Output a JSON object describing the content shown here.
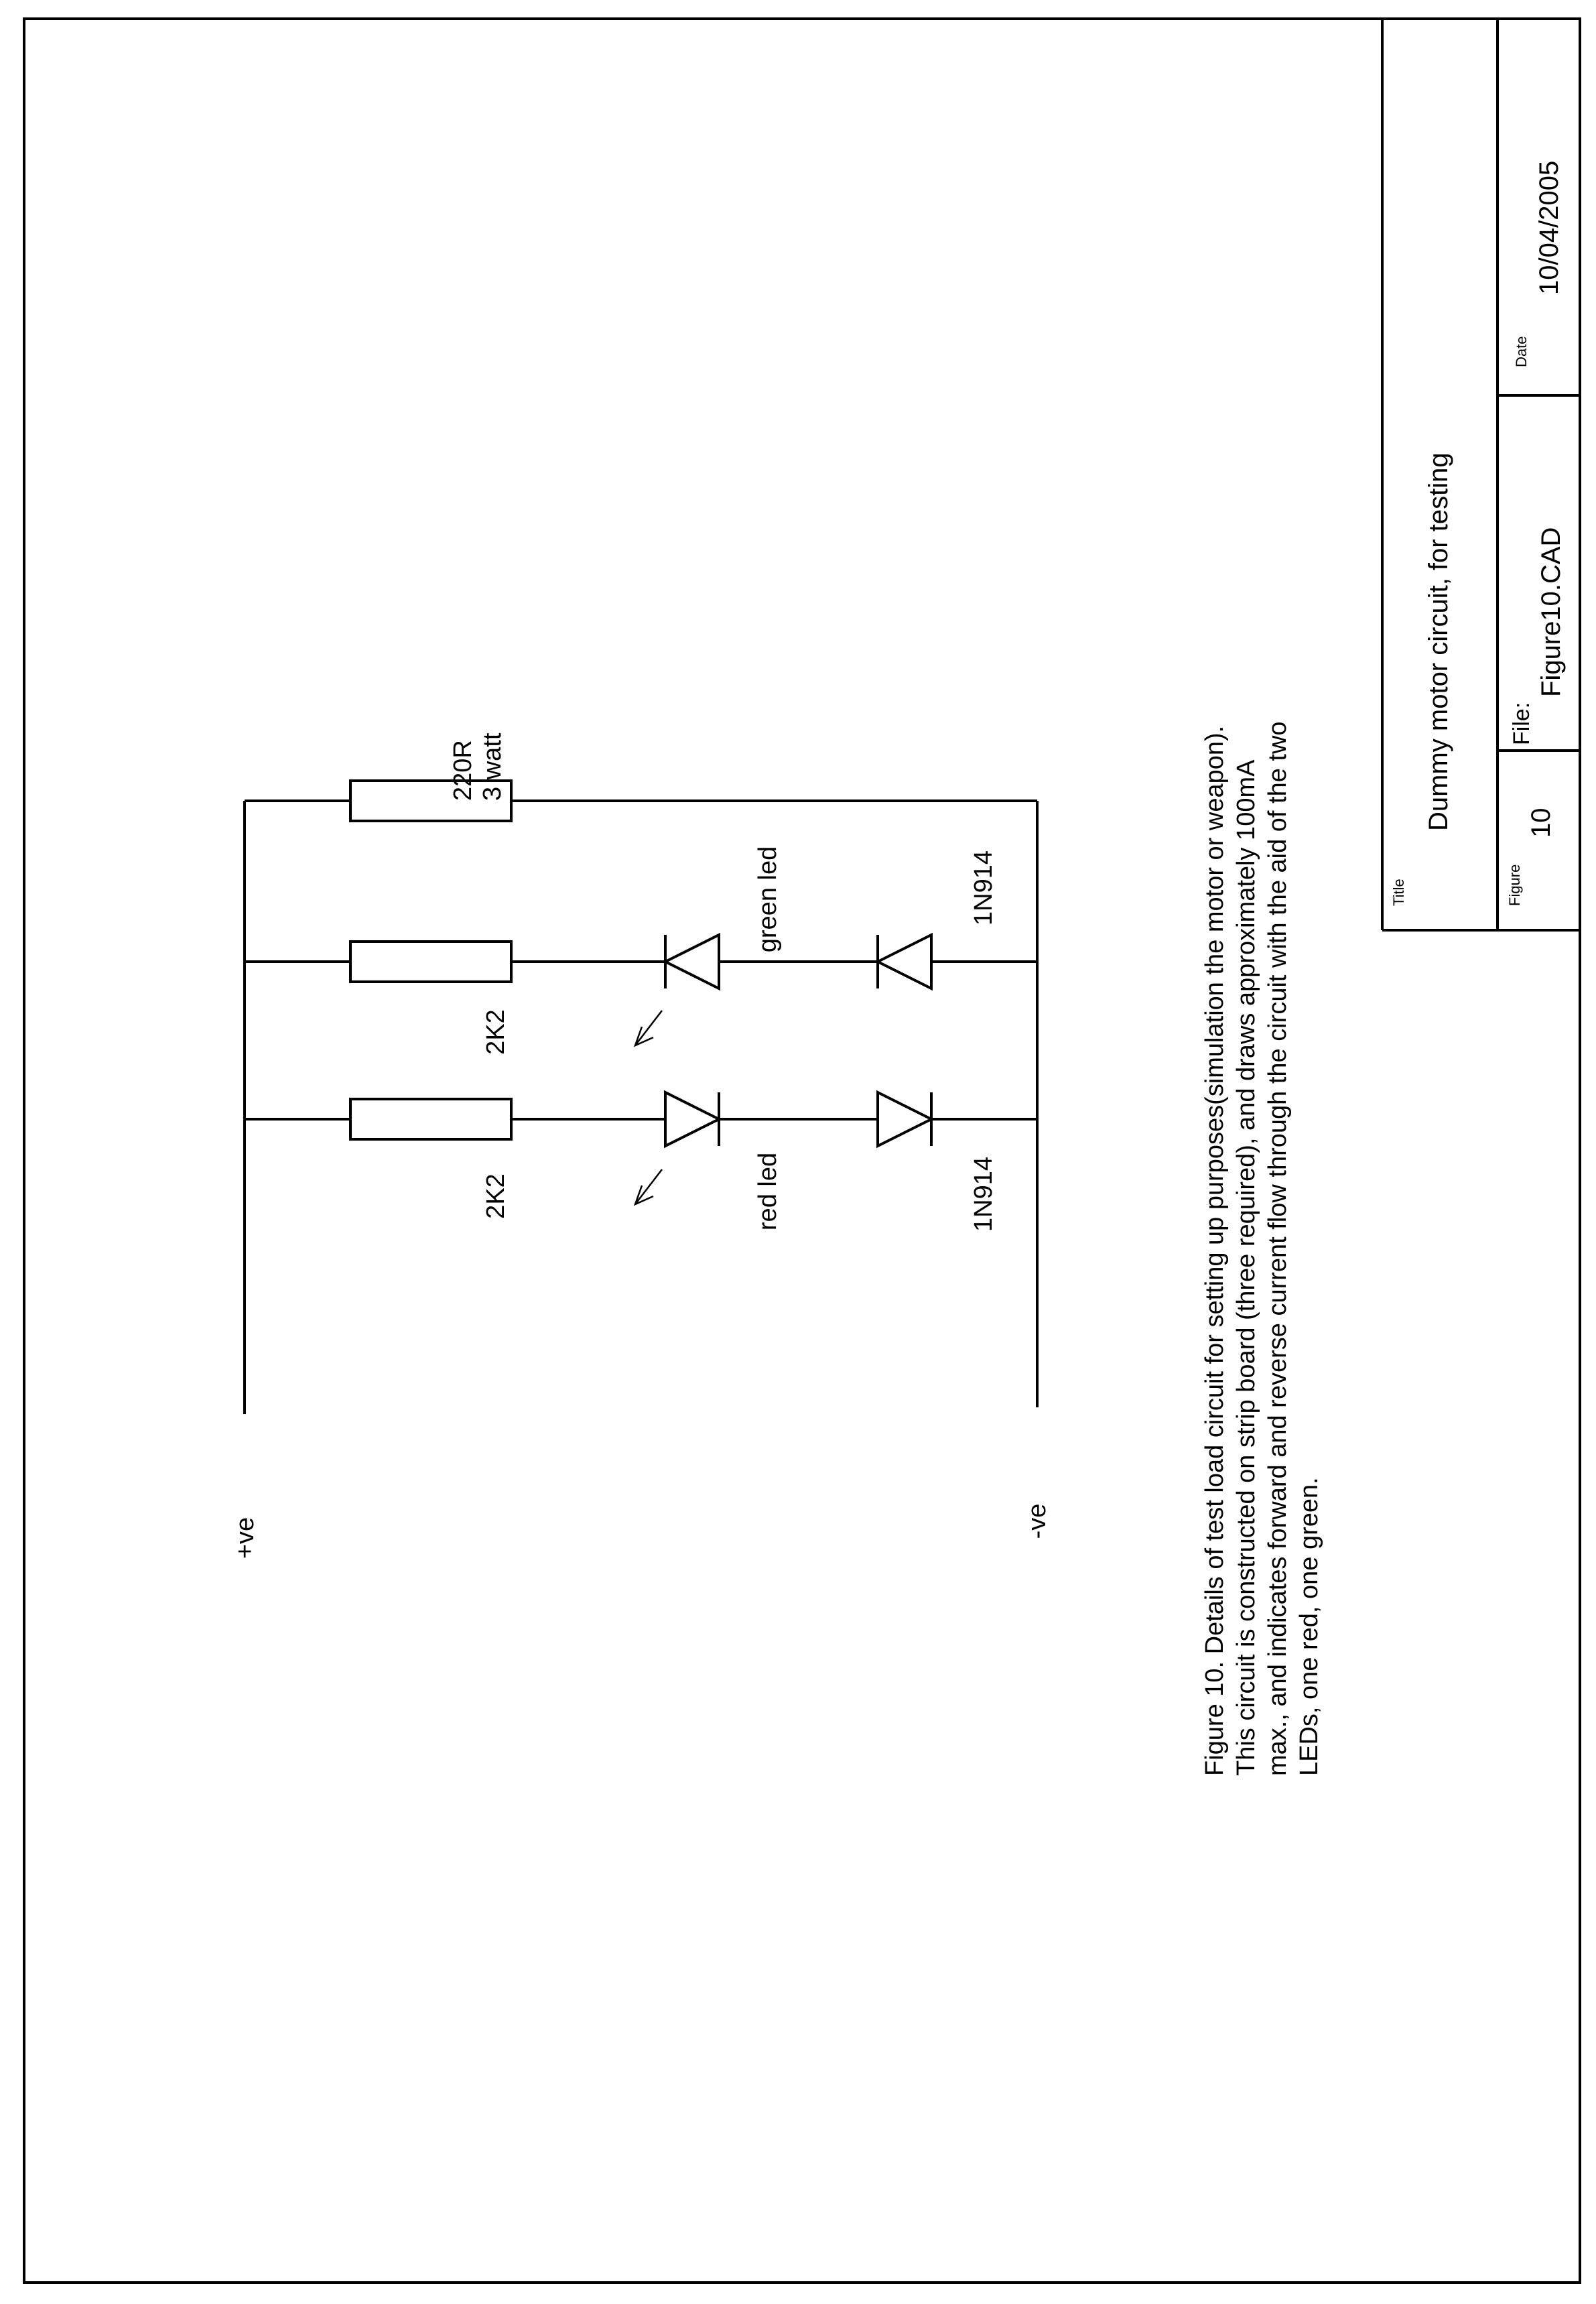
{
  "labels": {
    "plus": "+ve",
    "minus": "-ve",
    "r1_value": "220R",
    "r1_power": "3 watt",
    "r2_value": "2K2",
    "r3_value": "2K2",
    "led_green": "green led",
    "led_red": "red led",
    "diode_top": "1N914",
    "diode_bottom": "1N914"
  },
  "caption": [
    "Figure 10. Details of test load circuit for setting up purposes(simulation the motor or weapon).",
    "This circuit is constructed on strip board (three required), and draws approximately 100mA",
    "max., and indicates forward and reverse current flow through the circuit with the aid of the two",
    "LEDs, one red, one green."
  ],
  "title_block": {
    "title_caption": "Title",
    "title": "Dummy motor circuit, for testing",
    "figure_caption": "Figure",
    "figure_number": "10",
    "file_caption": "File:",
    "file_name": "Figure10.CAD",
    "date_caption": "Date",
    "date": "10/04/2005"
  }
}
